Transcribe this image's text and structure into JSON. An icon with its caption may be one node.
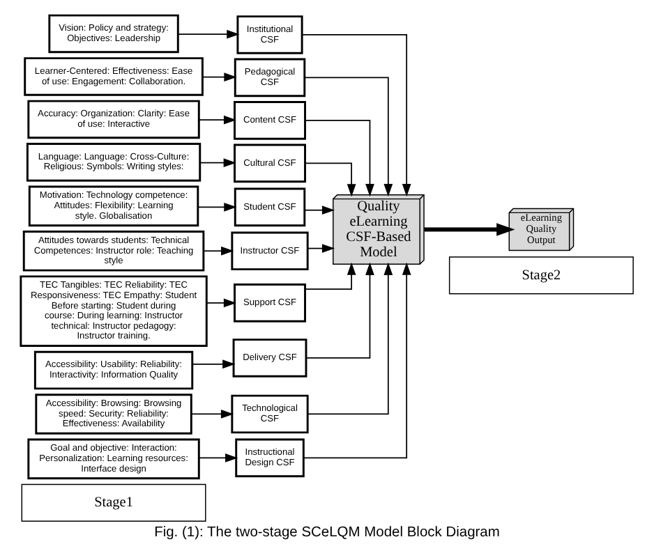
{
  "diagram": {
    "caption": "Fig. (1): The two-stage SCeLQM Model Block Diagram",
    "nodes": [
      {
        "text": [
          "Vision: Policy and strategy: Objectives: Leadership"
        ]
      },
      {
        "text": [
          "Learner-Centered: Effectiveness: Ease of use: Engagement: Collaboration."
        ]
      },
      {
        "text": [
          "Accuracy: Organization: Clarity: Ease of use: Interactive"
        ]
      },
      {
        "text": [
          "Language: Language: Cross-Culture: Religious: Symbols: Writing styles:"
        ]
      },
      {
        "text": [
          "Motivation: Technology competence: Attitudes: Flexibility: Learning style. Globalisation"
        ]
      },
      {
        "text": [
          "Attitudes towards students: Technical Competences: Instructor role: Teaching style"
        ]
      },
      {
        "text": [
          "TEC Tangibles: TEC Reliability: TEC Responsiveness: TEC Empathy: Student Before starting: Student during course: During learning: Instructor technical: Instructor pedagogy: Instructor training."
        ]
      },
      {
        "text": [
          "Accessibility: Usability: Reliability: Interactivity: Information Quality"
        ]
      },
      {
        "text": [
          "Accessibility: Browsing: Browsing speed: Security: Reliability: Effectiveness: Availability"
        ]
      },
      {
        "text": [
          "Goal and objective: Interaction: Personalization: Learning resources: Interface design"
        ]
      },
      {
        "text": [
          "Institutional CSF"
        ]
      },
      {
        "text": [
          "Pedagogical CSF"
        ]
      },
      {
        "text": [
          "Content CSF"
        ]
      },
      {
        "text": [
          "Cultural CSF"
        ]
      },
      {
        "text": [
          "Student CSF"
        ]
      },
      {
        "text": [
          "Instructor CSF"
        ]
      },
      {
        "text": [
          "Support CSF"
        ]
      },
      {
        "text": [
          "Delivery CSF"
        ]
      },
      {
        "text": [
          "Technological CSF"
        ]
      },
      {
        "text": [
          "Instructional Design CSF"
        ]
      },
      {
        "text": [
          "Quality eLearning CSF-Based Model"
        ]
      },
      {
        "text": [
          "eLearning Quality Output"
        ]
      },
      {
        "text": [
          "Stage1"
        ]
      },
      {
        "text": [
          "Stage2"
        ]
      }
    ],
    "edges": [
      {
        "from": 0,
        "to": 10,
        "arrow": "to"
      },
      {
        "from": 1,
        "to": 11,
        "arrow": "to"
      },
      {
        "from": 2,
        "to": 12,
        "arrow": "to"
      },
      {
        "from": 3,
        "to": 13,
        "arrow": "to"
      },
      {
        "from": 4,
        "to": 14,
        "arrow": "to"
      },
      {
        "from": 5,
        "to": 15,
        "arrow": "to"
      },
      {
        "from": 6,
        "to": 16,
        "arrow": "to"
      },
      {
        "from": 7,
        "to": 17,
        "arrow": "to"
      },
      {
        "from": 8,
        "to": 18,
        "arrow": "to"
      },
      {
        "from": 9,
        "to": 19,
        "arrow": "to"
      },
      {
        "from": 10,
        "to": 20,
        "arrow": "to"
      },
      {
        "from": 11,
        "to": 20,
        "arrow": "to"
      },
      {
        "from": 12,
        "to": 20,
        "arrow": "to"
      },
      {
        "from": 13,
        "to": 20,
        "arrow": "to"
      },
      {
        "from": 14,
        "to": 20,
        "arrow": "to"
      },
      {
        "from": 15,
        "to": 20,
        "arrow": "to"
      },
      {
        "from": 16,
        "to": 20,
        "arrow": "to"
      },
      {
        "from": 17,
        "to": 20,
        "arrow": "to"
      },
      {
        "from": 18,
        "to": 20,
        "arrow": "to"
      },
      {
        "from": 19,
        "to": 20,
        "arrow": "to"
      },
      {
        "from": 20,
        "to": 21,
        "arrow": "to",
        "style": "thick"
      }
    ]
  }
}
